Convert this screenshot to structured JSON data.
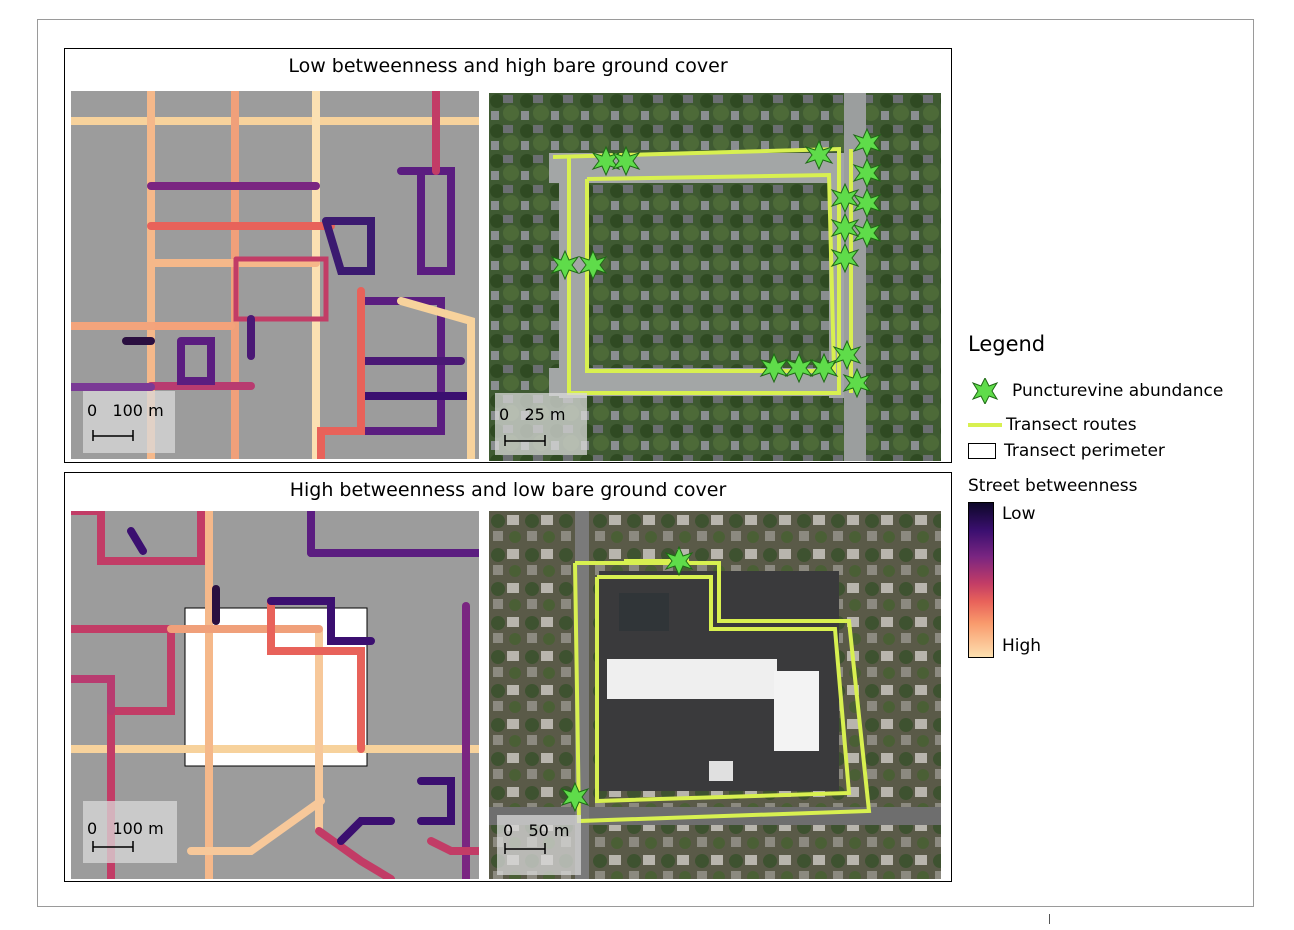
{
  "panels": {
    "top": {
      "title": "Low betweenness and high bare ground cover",
      "street_scale": "0   100 m",
      "aerial_scale": "0   25 m"
    },
    "bottom": {
      "title": "High betweenness and low bare ground cover",
      "street_scale": "0   100 m",
      "aerial_scale": "0   50 m"
    }
  },
  "legend": {
    "title": "Legend",
    "items": [
      {
        "label": "Puncturevine abundance",
        "icon": "green-star-icon",
        "color": "#5fdc4a"
      },
      {
        "label": "Transect routes",
        "icon": "yellow-line-icon",
        "color": "#d8f050"
      },
      {
        "label": "Transect perimeter",
        "icon": "white-box-icon",
        "color": "#ffffff"
      }
    ],
    "ramp": {
      "title": "Street betweenness",
      "low_label": "Low",
      "high_label": "High"
    }
  },
  "colors": {
    "map_background": "#9c9c9c",
    "route": "#d8f050",
    "star": "#5fdc4a"
  }
}
